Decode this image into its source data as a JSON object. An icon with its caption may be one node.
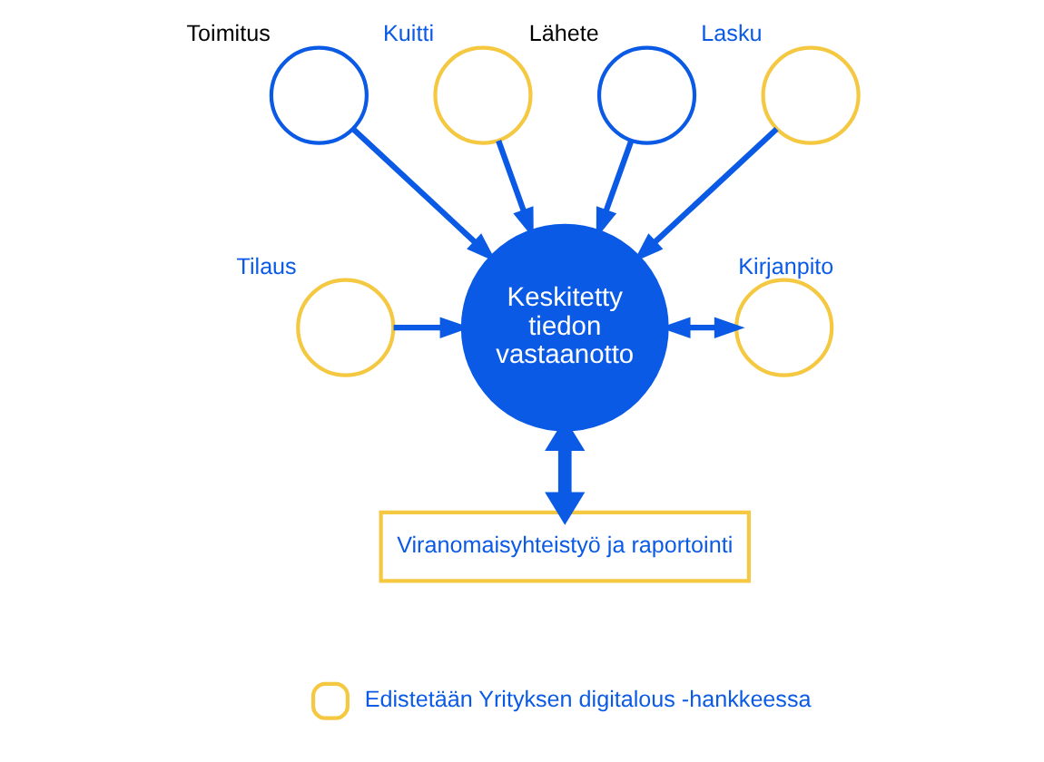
{
  "diagram": {
    "nodes": [
      {
        "text": [
          "Toimitus"
        ]
      },
      {
        "text": [
          "Kuitti"
        ]
      },
      {
        "text": [
          "Lähete"
        ]
      },
      {
        "text": [
          "Lasku"
        ]
      },
      {
        "text": [
          "Tilaus"
        ]
      },
      {
        "text": [
          "Kirjanpito"
        ]
      },
      {
        "text": [
          "Keskitetty tiedon vastaanotto"
        ]
      },
      {
        "text": [
          "Viranomaisyhteistyö ja raportointi"
        ]
      }
    ],
    "edges": [
      {
        "from": 0,
        "to": 6,
        "arrow": "to"
      },
      {
        "from": 1,
        "to": 6,
        "arrow": "to"
      },
      {
        "from": 2,
        "to": 6,
        "arrow": "to"
      },
      {
        "from": 3,
        "to": 6,
        "arrow": "to"
      },
      {
        "from": 4,
        "to": 6,
        "arrow": "to"
      },
      {
        "from": 6,
        "to": 5,
        "arrow": "both"
      },
      {
        "from": 6,
        "to": 7,
        "arrow": "both",
        "style": "thick"
      }
    ],
    "legend": [
      {
        "text": "Edistetään Yrityksen digitalous -hankkeessa"
      }
    ]
  }
}
